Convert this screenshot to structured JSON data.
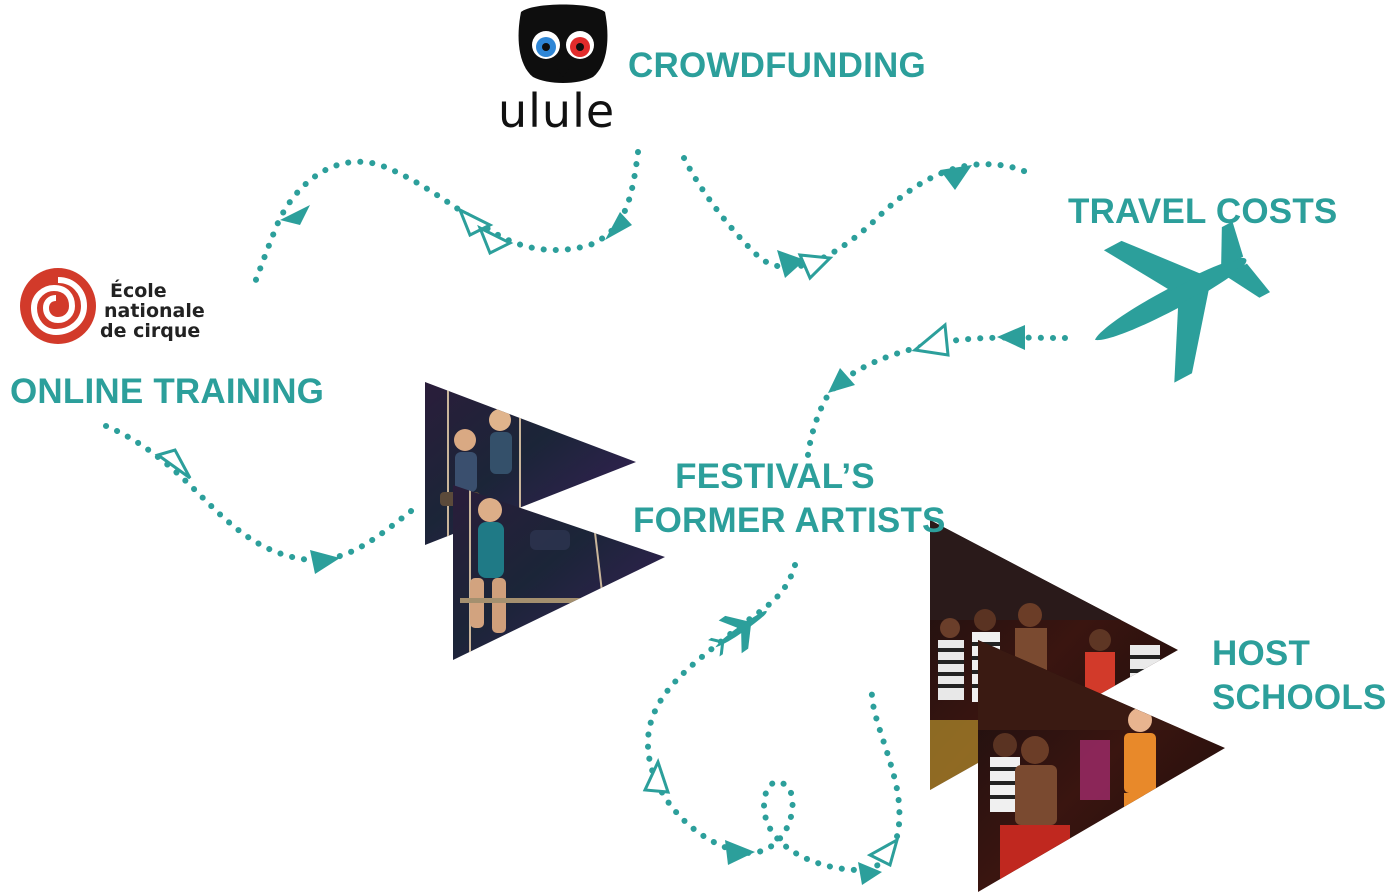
{
  "colors": {
    "accent": "#2c9f9b",
    "logo_red": "#d23a2a",
    "owl_blue": "#2e86d6",
    "owl_red": "#e12b2b"
  },
  "nodes": {
    "crowdfunding": {
      "label": "CROWDFUNDING",
      "logo_text": "ulule",
      "icon": "owl-icon"
    },
    "travel_costs": {
      "label": "TRAVEL COSTS",
      "icon": "airplane-icon"
    },
    "online_training": {
      "label": "ONLINE TRAINING",
      "logo_lines": [
        "École",
        "nationale",
        "de cirque"
      ],
      "icon": "spiral-icon"
    },
    "former_artists": {
      "label_lines": [
        "FESTIVAL’S",
        "FORMER ARTISTS"
      ]
    },
    "host_schools": {
      "label_lines": [
        "HOST",
        "SCHOOLS"
      ]
    }
  },
  "photos": [
    {
      "name": "trapeze-artists-photo",
      "subject": "aerial trapeze performers"
    },
    {
      "name": "circus-troupe-photo",
      "subject": "circus troupe on stage"
    }
  ]
}
